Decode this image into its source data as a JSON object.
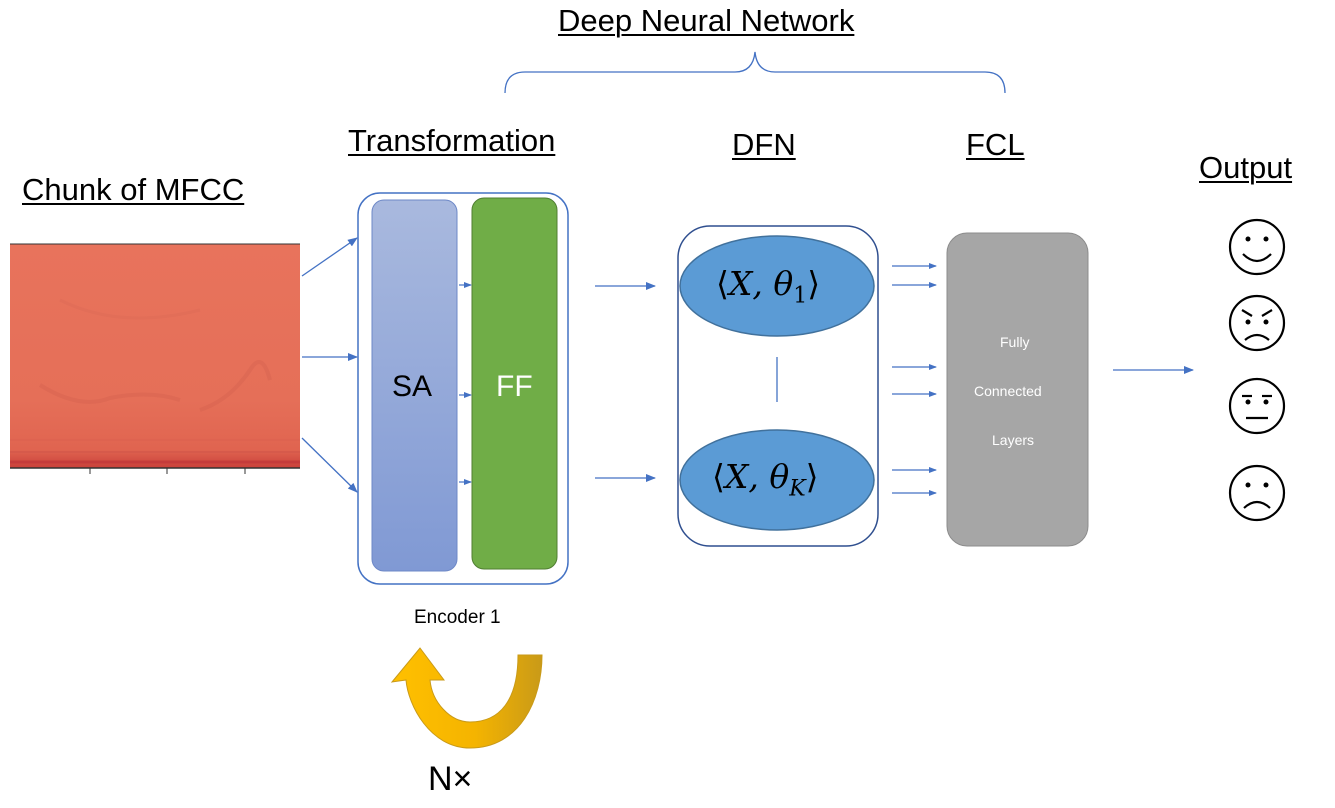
{
  "title": "Deep Neural Network",
  "labels": {
    "input": "Chunk of MFCC",
    "transformation": "Transformation",
    "dfn": "DFN",
    "fcl": "FCL",
    "output": "Output"
  },
  "encoder": {
    "sa": "SA",
    "ff": "FF",
    "caption": "Encoder 1",
    "repeat": "N×"
  },
  "dfn_nodes": {
    "first": {
      "open": "⟨",
      "var": "X, θ",
      "sub": "1",
      "close": "⟩"
    },
    "last": {
      "open": "⟨",
      "var": "X, θ",
      "sub": "K",
      "close": "⟩"
    }
  },
  "fcl_box": {
    "line1": "Fully",
    "line2": "Connected",
    "line3": "Layers"
  },
  "output_faces": [
    {
      "name": "happy-face-icon"
    },
    {
      "name": "angry-face-icon"
    },
    {
      "name": "neutral-face-icon"
    },
    {
      "name": "sad-face-icon"
    }
  ],
  "colors": {
    "arrow": "#4472c4",
    "sa_box": "#8fa8dc",
    "ff_box": "#70ad47",
    "dfn_node": "#5b9bd5",
    "fcl_box": "#a6a6a6",
    "loop_arrow": "#ffc000",
    "mfcc": "#e7725a"
  }
}
